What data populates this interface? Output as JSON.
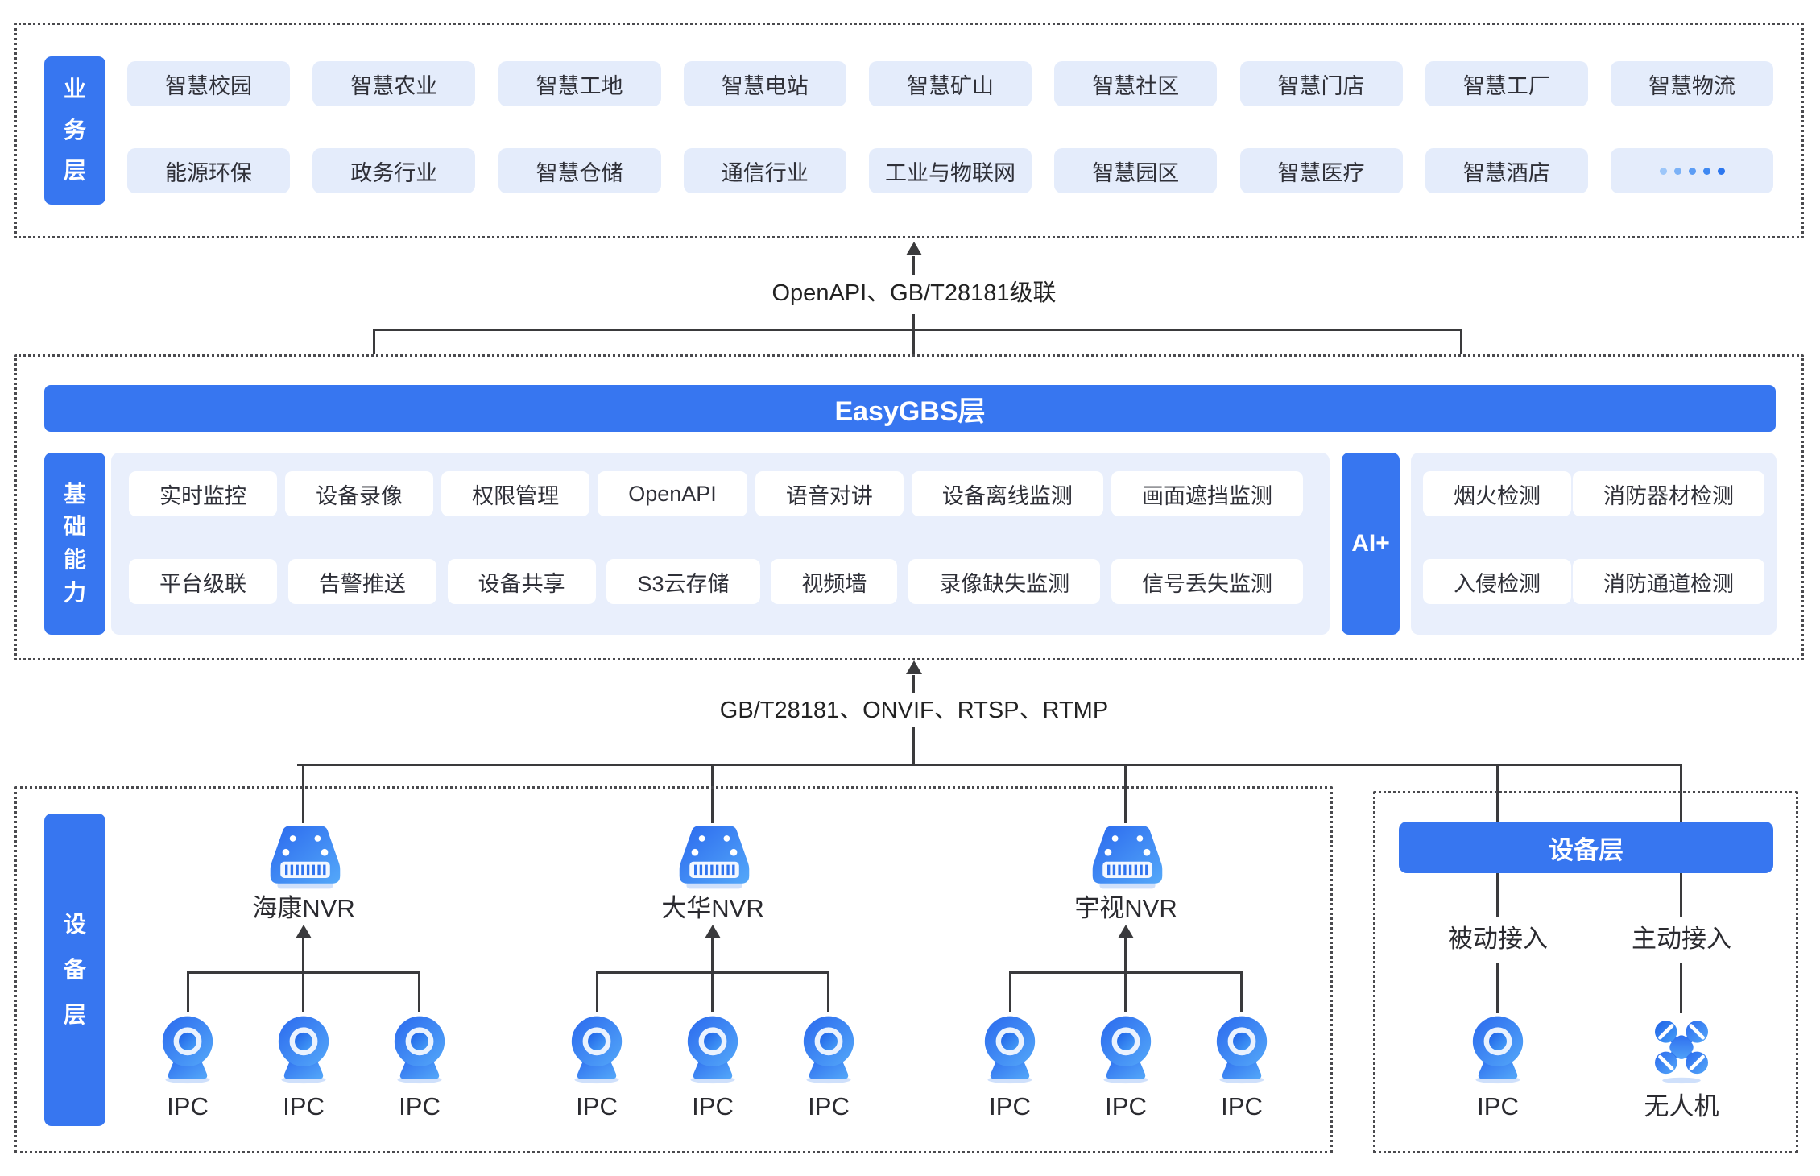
{
  "colors": {
    "primary_blue": "#3776F0",
    "light_chip_bg": "#E4ECFB",
    "panel_bg": "#E9EFFC",
    "line_color": "#3A3A3C"
  },
  "business_layer": {
    "label": "业务层",
    "row1": [
      "智慧校园",
      "智慧农业",
      "智慧工地",
      "智慧电站",
      "智慧矿山",
      "智慧社区",
      "智慧门店",
      "智慧工厂",
      "智慧物流"
    ],
    "row2": [
      "能源环保",
      "政务行业",
      "智慧仓储",
      "通信行业",
      "工业与物联网",
      "智慧园区",
      "智慧医疗",
      "智慧酒店"
    ],
    "more_label": "•••••"
  },
  "connector_top": {
    "label": "OpenAPI、GB/T28181级联"
  },
  "platform_layer": {
    "title": "EasyGBS层",
    "capability_label": "基础能力",
    "cap_row1": [
      "实时监控",
      "设备录像",
      "权限管理",
      "OpenAPI",
      "语音对讲",
      "设备离线监测",
      "画面遮挡监测"
    ],
    "cap_row2": [
      "平台级联",
      "告警推送",
      "设备共享",
      "S3云存储",
      "视频墙",
      "录像缺失监测",
      "信号丢失监测"
    ],
    "ai_label": "AI+",
    "ai_row1": [
      "烟火检测",
      "消防器材检测"
    ],
    "ai_row2": [
      "入侵检测",
      "消防通道检测"
    ]
  },
  "connector_bottom": {
    "label": "GB/T28181、ONVIF、RTSP、RTMP"
  },
  "device_layer": {
    "label": "设备层",
    "nvr_groups": [
      {
        "name": "海康NVR",
        "cameras": [
          "IPC",
          "IPC",
          "IPC"
        ]
      },
      {
        "name": "大华NVR",
        "cameras": [
          "IPC",
          "IPC",
          "IPC"
        ]
      },
      {
        "name": "宇视NVR",
        "cameras": [
          "IPC",
          "IPC",
          "IPC"
        ]
      }
    ],
    "right_panel": {
      "title": "设备层",
      "passive_label": "被动接入",
      "active_label": "主动接入",
      "passive_device": "IPC",
      "active_device": "无人机"
    }
  }
}
